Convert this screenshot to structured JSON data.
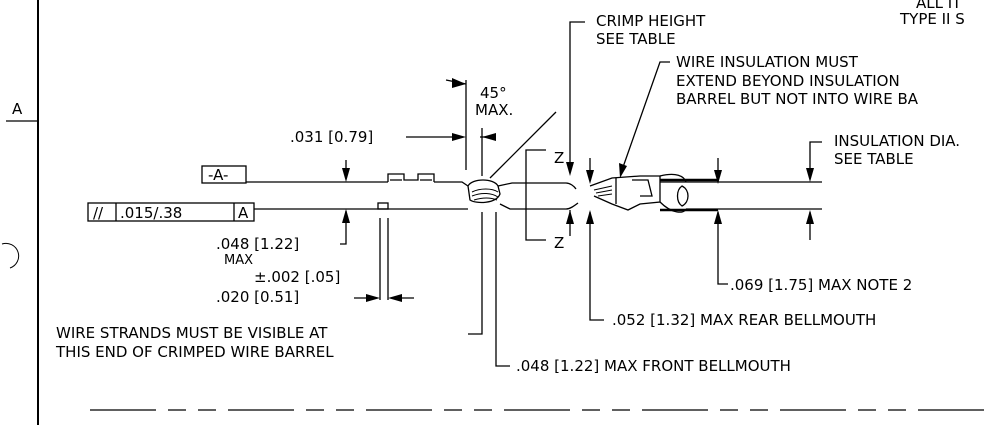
{
  "zone_letter": "A",
  "top_right": {
    "line1": "ALL IT",
    "line2": "TYPE II S"
  },
  "labels": {
    "crimp_height_1": "CRIMP HEIGHT",
    "crimp_height_2": "SEE TABLE",
    "wire_insulation_1": "WIRE INSULATION MUST",
    "wire_insulation_2": "EXTEND BEYOND INSULATION",
    "wire_insulation_3": "BARREL BUT NOT INTO WIRE BA",
    "insulation_dia_1": "INSULATION DIA.",
    "insulation_dia_2": "SEE TABLE",
    "angle": "45°",
    "angle_max": "MAX.",
    "dim_031": ".031 [0.79]",
    "datum_a": "-A-",
    "parallelism_symbol": "//",
    "parallelism_value": ".015/.38",
    "parallelism_datum": "A",
    "z_top": "Z",
    "z_bottom": "Z",
    "dim_048_max_1": ".048 [1.22]",
    "dim_048_max_2": "MAX",
    "dim_tolerance": "±.002 [.05]",
    "dim_020": ".020 [0.51]",
    "wire_strands_1": "WIRE STRANDS MUST BE VISIBLE AT",
    "wire_strands_2": "THIS END OF CRIMPED WIRE BARREL",
    "dim_069": ".069 [1.75] MAX NOTE 2",
    "dim_052": ".052 [1.32] MAX REAR BELLMOUTH",
    "dim_048_front": ".048 [1.22] MAX FRONT BELLMOUTH"
  }
}
